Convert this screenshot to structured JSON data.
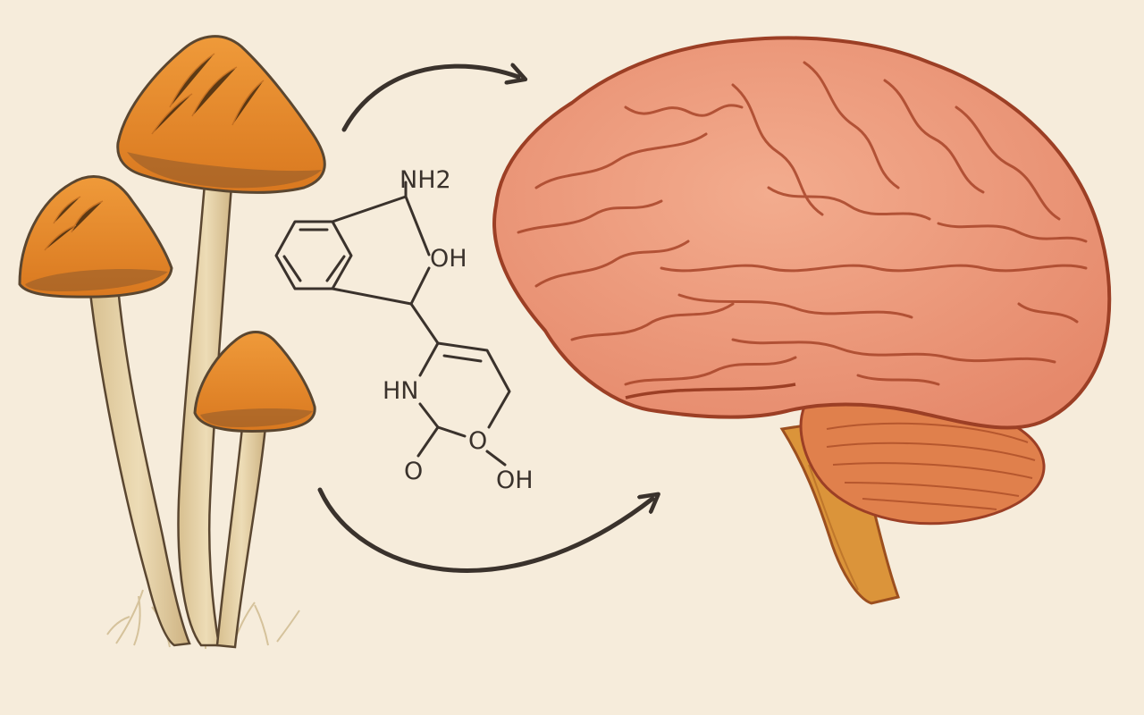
{
  "colors": {
    "background": "#f6ecdb",
    "ink": "#3a322c",
    "mushroom_cap": "#e08a2c",
    "mushroom_stem": "#e3cfa4",
    "brain": "#eb9a7a",
    "brain_outline": "#9c3f25",
    "cerebellum": "#df7e4a",
    "brainstem": "#d9902f"
  },
  "icons": [
    "mushroom-icon",
    "brain-icon",
    "arrow-icon",
    "molecule-icon"
  ],
  "molecule": {
    "labels": {
      "amine": "NH2",
      "hydroxyl_ring": "OH",
      "ring_nitrogen": "HN",
      "carbonyl_oxygen": "O",
      "ring_oxygen": "O",
      "peroxide_hydroxyl": "OH"
    }
  }
}
